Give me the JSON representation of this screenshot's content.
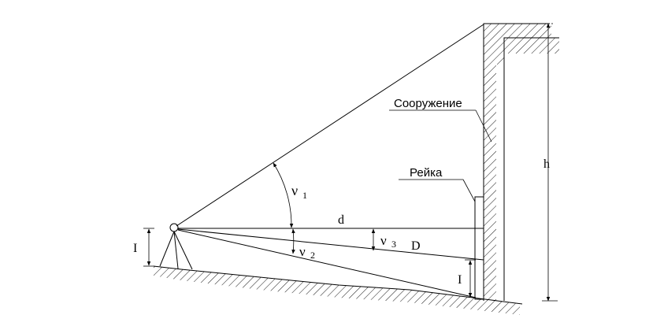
{
  "labels": {
    "structure": "Сооружение",
    "staff": "Рейка",
    "height": "h",
    "distance_horizontal": "d",
    "distance_slope": "D",
    "instrument_height": "I",
    "staff_reading": "I",
    "angle_symbol": "ν",
    "angle_1_index": "1",
    "angle_2_index": "2",
    "angle_3_index": "3"
  }
}
